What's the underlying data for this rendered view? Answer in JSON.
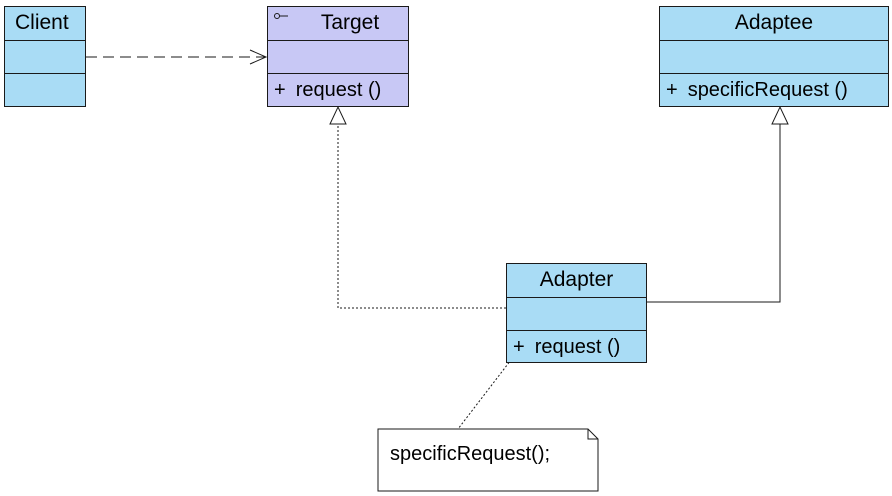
{
  "diagram": {
    "classes": {
      "client": {
        "name": "Client"
      },
      "target": {
        "name": "Target",
        "operation": {
          "visibility": "+",
          "signature": "request ()"
        }
      },
      "adaptee": {
        "name": "Adaptee",
        "operation": {
          "visibility": "+",
          "signature": "specificRequest ()"
        }
      },
      "adapter": {
        "name": "Adapter",
        "operation": {
          "visibility": "+",
          "signature": "request ()"
        }
      }
    },
    "note": {
      "text": "specificRequest();"
    },
    "colors": {
      "class_fill": "#a9dcf5",
      "interface_fill": "#c8c8f5",
      "line": "#1a1a1a",
      "background": "#ffffff"
    }
  }
}
